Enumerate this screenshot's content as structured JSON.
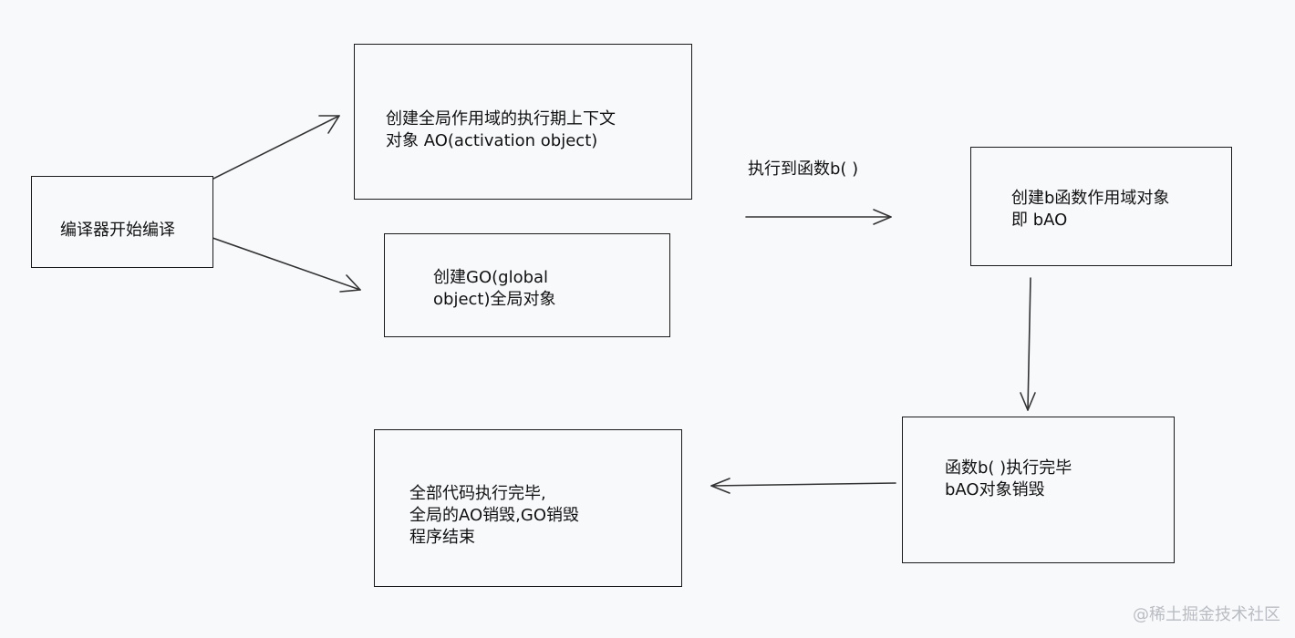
{
  "nodes": {
    "compile_start": {
      "lines": [
        "编译器开始编译"
      ]
    },
    "create_ao": {
      "lines": [
        "创建全局作用域的执行期上下文",
        "对象 AO(activation object)"
      ]
    },
    "create_go": {
      "lines": [
        "创建GO(global",
        "object)全局对象"
      ]
    },
    "create_bao": {
      "lines": [
        "创建b函数作用域对象",
        "即 bAO"
      ]
    },
    "b_finished": {
      "lines": [
        "函数b( )执行完毕",
        "bAO对象销毁"
      ]
    },
    "program_end": {
      "lines": [
        "全部代码执行完毕,",
        "全局的AO销毁,GO销毁",
        "程序结束"
      ]
    }
  },
  "edges": [
    {
      "from": "compile_start",
      "to": "create_ao"
    },
    {
      "from": "compile_start",
      "to": "create_go"
    },
    {
      "from": "create_ao",
      "to": "create_bao",
      "label": "执行到函数b( )"
    },
    {
      "from": "create_bao",
      "to": "b_finished"
    },
    {
      "from": "b_finished",
      "to": "program_end"
    }
  ],
  "watermark": "@稀土掘金技术社区"
}
